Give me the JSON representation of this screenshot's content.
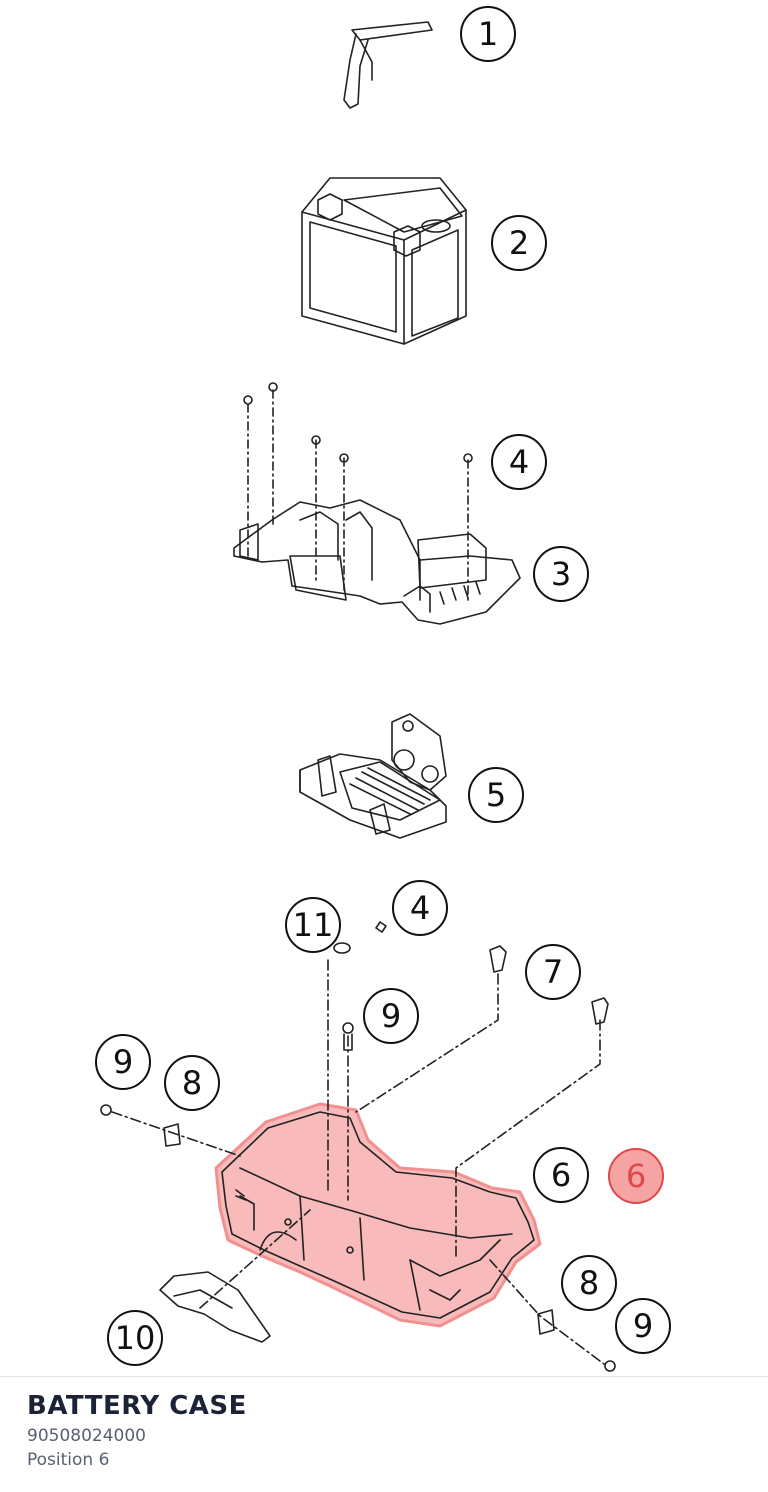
{
  "diagram": {
    "callouts": [
      "1",
      "2",
      "4",
      "3",
      "5",
      "11",
      "4",
      "7",
      "9",
      "9",
      "8",
      "6",
      "8",
      "9",
      "10"
    ],
    "highlight_label": "6",
    "highlight_color": "#e04848",
    "highlight_fill": "#f5a3a3"
  },
  "footer": {
    "title": "BATTERY CASE",
    "part_number": "90508024000",
    "position": "Position 6"
  }
}
